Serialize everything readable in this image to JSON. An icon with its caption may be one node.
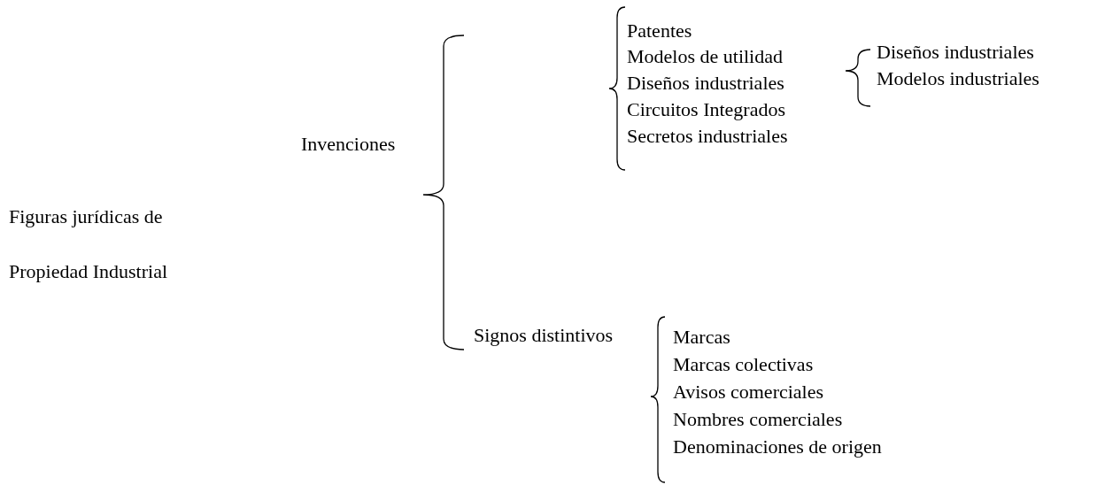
{
  "diagram": {
    "labels": [
      "Figuras jurídicas de Propiedad Industrial",
      "Invenciones",
      "Patentes",
      "Modelos de utilidad",
      "Diseños industriales",
      "Circuitos Integrados",
      "Secretos industriales",
      "Diseños industriales",
      "Modelos industriales",
      "Signos distintivos",
      "Marcas",
      "Marcas colectivas",
      "Avisos comerciales",
      "Nombres comerciales",
      "Denominaciones de origen"
    ]
  }
}
